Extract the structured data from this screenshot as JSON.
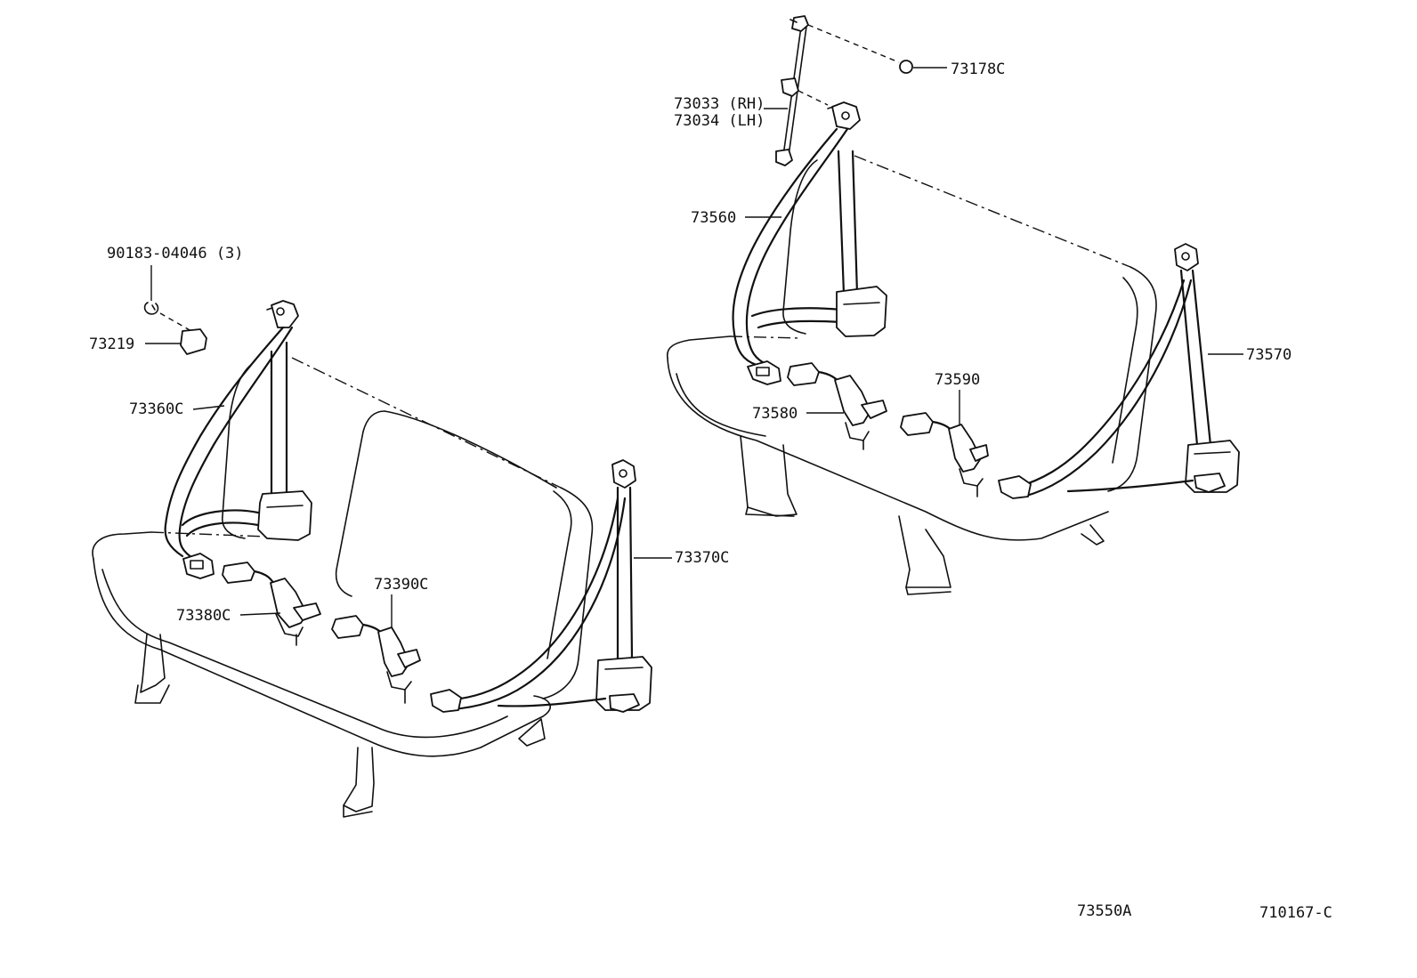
{
  "labels": {
    "p90183": "90183-04046 (3)",
    "p73219": "73219",
    "p73360": "73360C",
    "p73380": "73380C",
    "p73390": "73390C",
    "p73370": "73370C",
    "p73033": "73033 (RH)",
    "p73034": "73034 (LH)",
    "p73178": "73178C",
    "p73560": "73560",
    "p73570": "73570",
    "p73590": "73590",
    "p73580": "73580"
  },
  "footer": {
    "group_code": "73550A",
    "figure_code": "710167-C"
  }
}
